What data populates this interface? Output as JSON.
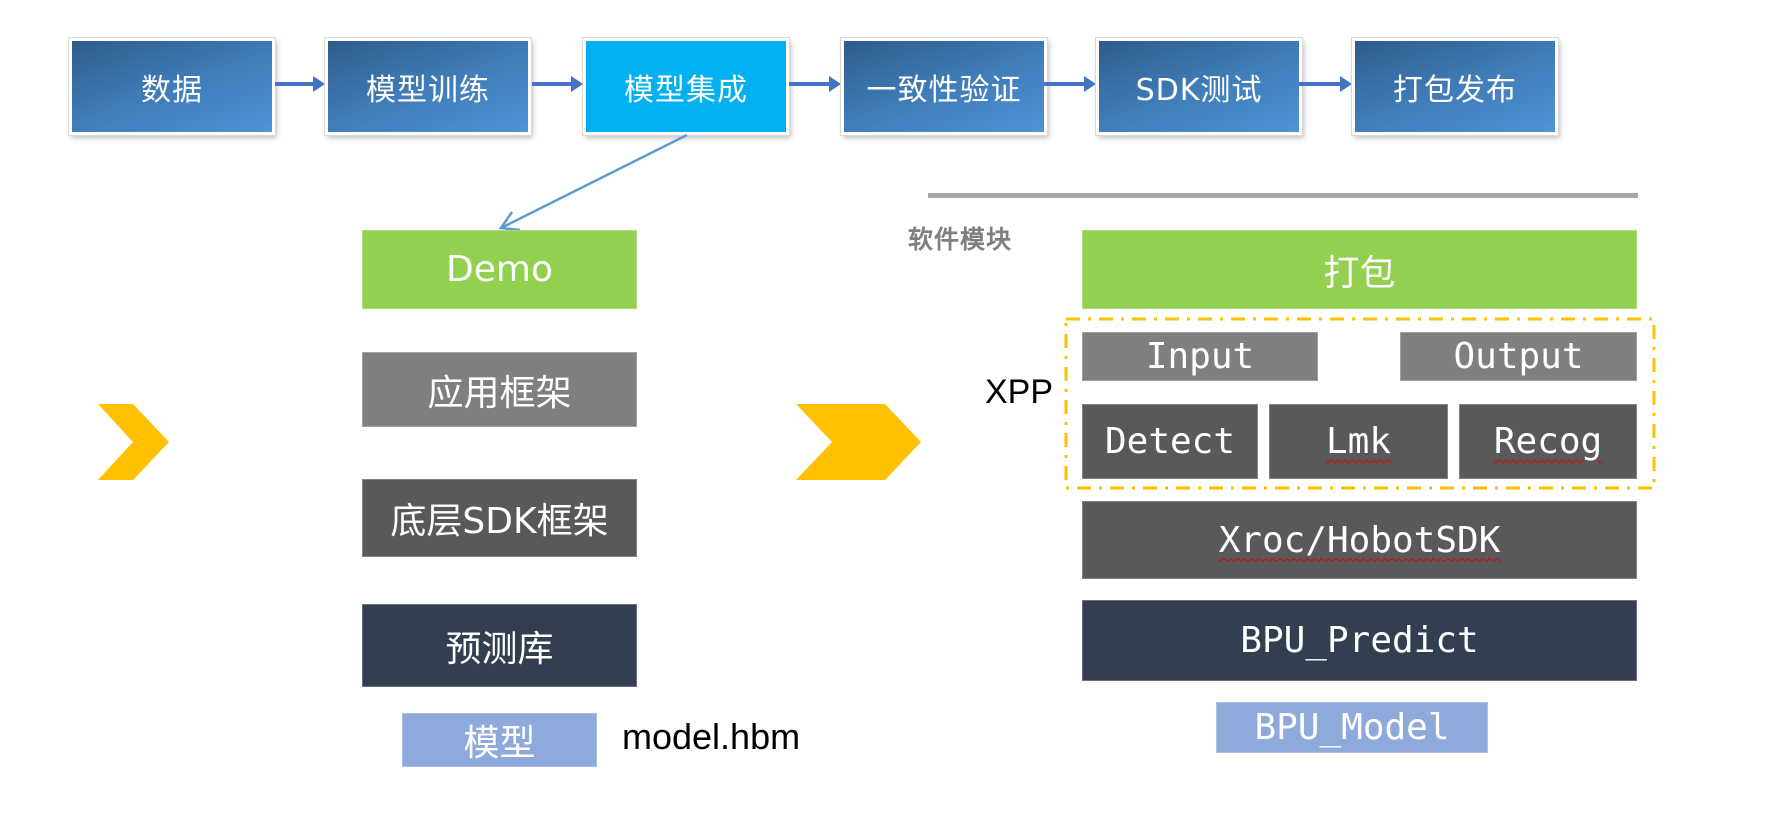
{
  "flow": {
    "steps": [
      {
        "label": "数据",
        "active": false
      },
      {
        "label": "模型训练",
        "active": false
      },
      {
        "label": "模型集成",
        "active": true
      },
      {
        "label": "一致性验证",
        "active": false
      },
      {
        "label": "SDK测试",
        "active": false
      },
      {
        "label": "打包发布",
        "active": false
      }
    ]
  },
  "left_stack": {
    "layers": [
      {
        "label": "Demo",
        "color": "#92d050"
      },
      {
        "label": "应用框架",
        "color": "#7f7f7f"
      },
      {
        "label": "底层SDK框架",
        "color": "#595959"
      },
      {
        "label": "预测库",
        "color": "#333f50"
      }
    ],
    "model": {
      "label": "模型",
      "color": "#8eaadb"
    },
    "model_file": "model.hbm"
  },
  "right_stack": {
    "section_label": "软件模块",
    "package": {
      "label": "打包",
      "color": "#92d050"
    },
    "xpp": {
      "label": "XPP",
      "border_color": "#ffc000",
      "io": [
        {
          "label": "Input"
        },
        {
          "label": "Output"
        }
      ],
      "modules": [
        {
          "label": "Detect"
        },
        {
          "label": "Lmk"
        },
        {
          "label": "Recog"
        }
      ]
    },
    "sdk": {
      "label": "Xroc/HobotSDK"
    },
    "predict": {
      "label": "BPU_Predict"
    },
    "model": {
      "label": "BPU_Model"
    }
  },
  "colors": {
    "flow_active": "#00b0f0",
    "flow_arrow": "#4472c4",
    "link_arrow": "#5b9bd5",
    "chevron": "#ffc000",
    "divider": "#a6a6a6",
    "section_label": "#7f7f7f"
  }
}
